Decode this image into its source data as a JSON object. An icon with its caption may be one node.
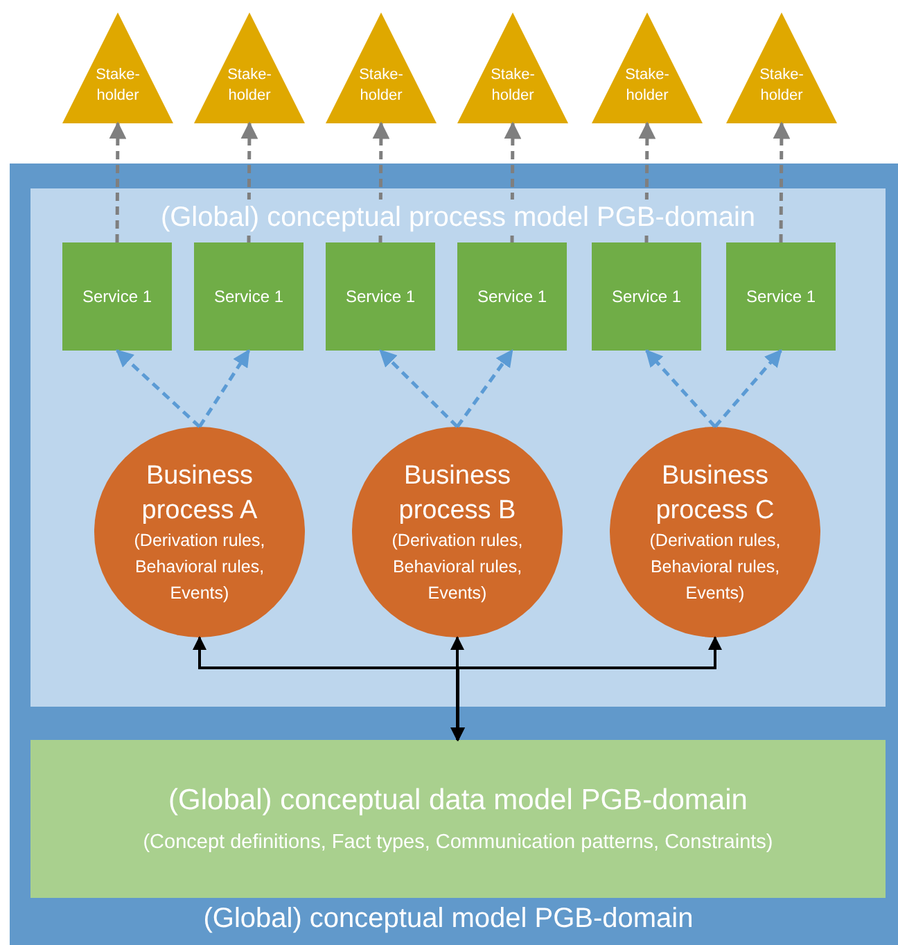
{
  "diagram": {
    "nodes": [
      {
        "text": [
          "Stake- holder"
        ]
      },
      {
        "text": [
          "Stake- holder"
        ]
      },
      {
        "text": [
          "Stake- holder"
        ]
      },
      {
        "text": [
          "Stake- holder"
        ]
      },
      {
        "text": [
          "Stake- holder"
        ]
      },
      {
        "text": [
          "Stake- holder"
        ]
      },
      {
        "text": [
          "(Global) conceptual model PGB-domain"
        ]
      },
      {
        "text": [
          "(Global) conceptual process model PGB-domain"
        ],
        "in": 6
      },
      {
        "text": [
          "Service 1"
        ],
        "in": 7
      },
      {
        "text": [
          "Service 1"
        ],
        "in": 7
      },
      {
        "text": [
          "Service 1"
        ],
        "in": 7
      },
      {
        "text": [
          "Service 1"
        ],
        "in": 7
      },
      {
        "text": [
          "Service 1"
        ],
        "in": 7
      },
      {
        "text": [
          "Service 1"
        ],
        "in": 7
      },
      {
        "text": [
          "Business process A",
          "(Derivation rules, Behavioral rules, Events)"
        ],
        "in": 7
      },
      {
        "text": [
          "Business process B",
          "(Derivation rules, Behavioral rules, Events)"
        ],
        "in": 7
      },
      {
        "text": [
          "Business process C",
          "(Derivation rules, Behavioral rules, Events)"
        ],
        "in": 7
      },
      {
        "text": [
          "(Global) conceptual data model PGB-domain",
          "(Concept definitions, Fact types, Communication patterns, Constraints)"
        ],
        "in": 6
      }
    ],
    "edges": [
      {
        "from": 8,
        "to": 0,
        "arrow": "to",
        "style": "dashed"
      },
      {
        "from": 9,
        "to": 1,
        "arrow": "to",
        "style": "dashed"
      },
      {
        "from": 10,
        "to": 2,
        "arrow": "to",
        "style": "dashed"
      },
      {
        "from": 11,
        "to": 3,
        "arrow": "to",
        "style": "dashed"
      },
      {
        "from": 12,
        "to": 4,
        "arrow": "to",
        "style": "dashed"
      },
      {
        "from": 13,
        "to": 5,
        "arrow": "to",
        "style": "dashed"
      },
      {
        "from": 14,
        "to": 8,
        "arrow": "to",
        "style": "dashed",
        "color": "#5b9bd5"
      },
      {
        "from": 14,
        "to": 9,
        "arrow": "to",
        "style": "dashed",
        "color": "#5b9bd5"
      },
      {
        "from": 15,
        "to": 10,
        "arrow": "to",
        "style": "dashed",
        "color": "#5b9bd5"
      },
      {
        "from": 15,
        "to": 11,
        "arrow": "to",
        "style": "dashed",
        "color": "#5b9bd5"
      },
      {
        "from": 16,
        "to": 12,
        "arrow": "to",
        "style": "dashed",
        "color": "#5b9bd5"
      },
      {
        "from": 16,
        "to": 13,
        "arrow": "to",
        "style": "dashed",
        "color": "#5b9bd5"
      },
      {
        "from": 17,
        "to": 14,
        "arrow": "both",
        "color": "#000000"
      },
      {
        "from": 17,
        "to": 15,
        "arrow": "both",
        "color": "#000000"
      },
      {
        "from": 17,
        "to": 16,
        "arrow": "both",
        "color": "#000000"
      }
    ]
  }
}
